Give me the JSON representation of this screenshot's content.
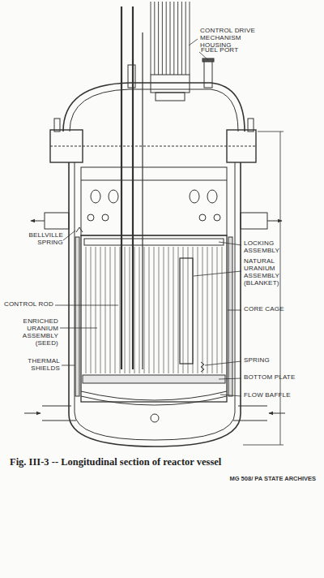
{
  "diagram": {
    "caption": "Fig. III-3 -- Longitudinal section of reactor vessel",
    "labels": [
      "CONTROL DRIVE MECHANISM HOUSING",
      "FUEL PORT",
      "BELLVILLE SPRING",
      "CONTROL ROD",
      "ENRICHED URANIUM ASSEMBLY (SEED)",
      "THERMAL SHIELDS",
      "LOCKING ASSEMBLY",
      "NATURAL URANIUM ASSEMBLY (BLANKET)",
      "CORE CAGE",
      "SPRING",
      "BOTTOM PLATE",
      "FLOW BAFFLE",
      "MG 508/ PA STATE ARCHIVES"
    ]
  }
}
